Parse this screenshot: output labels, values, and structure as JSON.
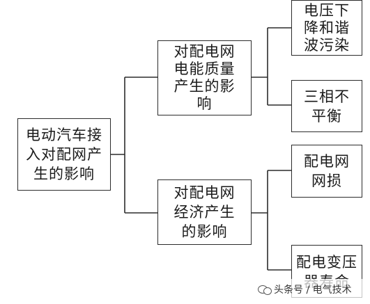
{
  "root": {
    "lines": [
      "电动汽车接",
      "入对配网产",
      "生的影响"
    ]
  },
  "branches": [
    {
      "lines": [
        "对配电网",
        "电能质量",
        "产生的影",
        "响"
      ],
      "leaves": [
        {
          "lines": [
            "电压下",
            "降和谐",
            "波污染"
          ]
        },
        {
          "lines": [
            "三相不",
            "平衡"
          ]
        }
      ]
    },
    {
      "lines": [
        "对配电网",
        "经济产生",
        "的影响"
      ],
      "leaves": [
        {
          "lines": [
            "配电网",
            "网损"
          ]
        },
        {
          "lines": [
            "配电变压",
            "器寿命"
          ]
        }
      ]
    }
  ],
  "watermark": {
    "text": "头条号 / 电气技术",
    "icon": "wechat-icon"
  }
}
